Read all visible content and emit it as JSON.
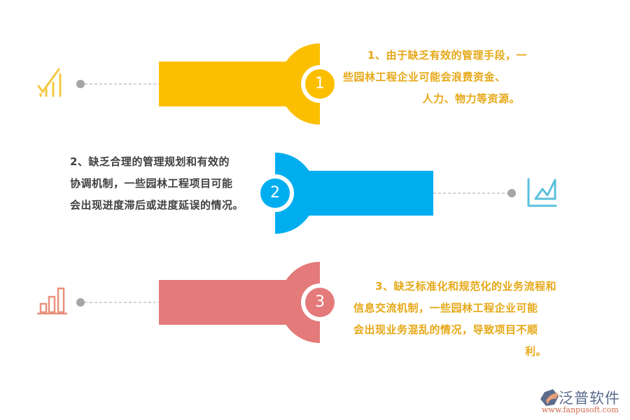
{
  "items": [
    {
      "number": "1",
      "color": "#fbbf00",
      "icon": "signal-bars-icon",
      "lines": [
        "1、由于缺乏有效的管理手段，一",
        "些园林工程企业可能会浪费资金、",
        "人力、物力等资源。"
      ]
    },
    {
      "number": "2",
      "color": "#00aeef",
      "icon": "area-chart-icon",
      "lines": [
        "2、缺乏合理的管理规划和有效的",
        "协调机制，一些园林工程项目可能",
        "会出现进度滞后或进度延误的情况。"
      ]
    },
    {
      "number": "3",
      "color": "#e47a7a",
      "icon": "bar-chart-icon",
      "lines": [
        "3、缺乏标准化和规范化的业务流程和",
        "信息交流机制，一些园林工程企业可能",
        "会出现业务混乱的情况，导致项目不顺",
        "利。"
      ]
    }
  ],
  "logo": {
    "name": "泛普软件",
    "url": "www.fanpusoft.com"
  }
}
